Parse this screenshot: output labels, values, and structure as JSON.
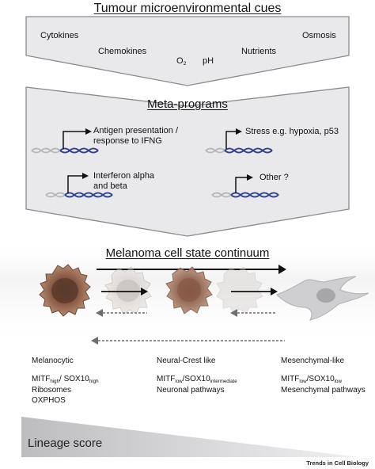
{
  "cues": {
    "title": "Tumour microenvironmental cues",
    "items": [
      "Cytokines",
      "Chemokines",
      "O",
      "pH",
      "Nutrients",
      "Osmosis"
    ],
    "o2_sub": "2"
  },
  "meta": {
    "title": "Meta-programs",
    "programs": [
      {
        "line1": "Antigen presentation /",
        "line2": "response to IFNG"
      },
      {
        "line1": "Interferon alpha",
        "line2": "and beta"
      },
      {
        "line1": "Stress e.g. hypoxia, p53",
        "line2": ""
      },
      {
        "line1": "Other ?",
        "line2": ""
      }
    ]
  },
  "continuum": {
    "title": "Melanoma cell state continuum",
    "states": [
      {
        "name": "Melanocytic",
        "m1": "MITF",
        "m1sub": "high",
        "m1b": "/ SOX10",
        "m1bsub": "high",
        "extra1": "Ribosomes",
        "extra2": "OXPHOS"
      },
      {
        "name": "Neural-Crest like",
        "m1": "MITF",
        "m1sub": "low",
        "m1b": "/SOX10",
        "m1bsub": "intermediate",
        "extra1": "Neuronal pathways",
        "extra2": ""
      },
      {
        "name": "Mesenchymal-like",
        "m1": "MITF",
        "m1sub": "low",
        "m1b": "/SOX10",
        "m1bsub": "low",
        "extra1": "Mesenchymal pathways",
        "extra2": ""
      }
    ]
  },
  "lineage": {
    "label": "Lineage score"
  },
  "footer": {
    "source": "Trends in Cell Biology"
  },
  "colors": {
    "panel_fill": "#e9e9ec",
    "panel_stroke": "#8a8a8e",
    "dna_blue": "#2f3f8f",
    "dna_grey": "#b5b5b8",
    "cell_brown": "#8a5a44",
    "cell_grey": "#c9c9cb"
  }
}
